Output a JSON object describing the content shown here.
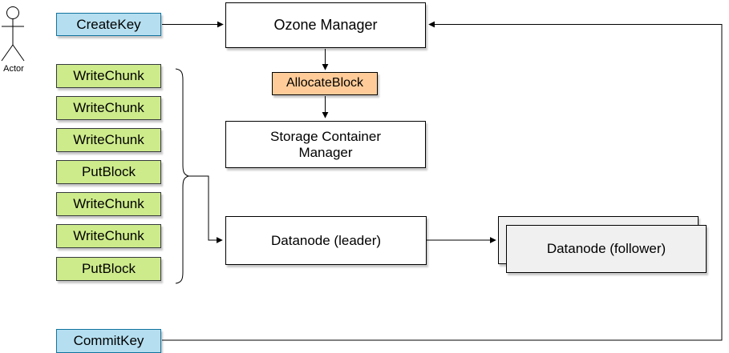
{
  "diagram": {
    "actor": {
      "label": "Actor"
    },
    "nodes": {
      "create_key": {
        "label": "CreateKey"
      },
      "ozone_manager": {
        "label": "Ozone Manager"
      },
      "allocate_block": {
        "label": "AllocateBlock"
      },
      "storage_container_manager": {
        "label": "Storage Container Manager"
      },
      "datanode_leader": {
        "label": "Datanode (leader)"
      },
      "datanode_follower": {
        "label": "Datanode (follower)"
      },
      "commit_key": {
        "label": "CommitKey"
      }
    },
    "client_calls": [
      {
        "label": "WriteChunk"
      },
      {
        "label": "WriteChunk"
      },
      {
        "label": "WriteChunk"
      },
      {
        "label": "PutBlock"
      },
      {
        "label": "WriteChunk"
      },
      {
        "label": "WriteChunk"
      },
      {
        "label": "PutBlock"
      }
    ],
    "colors": {
      "blue_fill": "#B5DFF0",
      "blue_stroke": "#10739E",
      "green_fill": "#CDEB8B",
      "green_stroke": "#36393D",
      "orange_fill": "#FFCC99",
      "orange_stroke": "#000000",
      "white_fill": "#FFFFFF",
      "gray_fill": "#F0F0F0",
      "node_stroke": "#000000",
      "connector": "#000000"
    }
  }
}
